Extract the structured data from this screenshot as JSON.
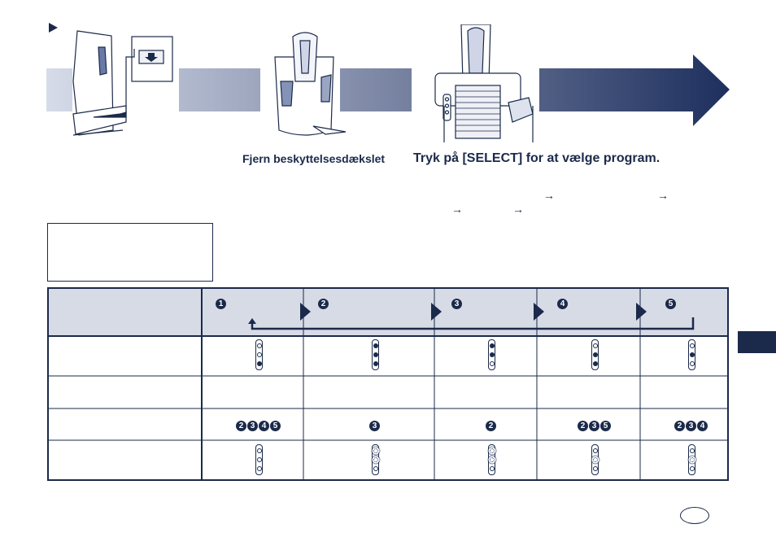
{
  "page": {
    "step_bullet": "step-triangle-icon",
    "captions": {
      "remove_cap": "Fjern beskyttelsesdækslet",
      "select_program": "Tryk på [SELECT] for at vælge program."
    },
    "arrows": [
      "→",
      "→",
      "→",
      "→"
    ],
    "colors": {
      "navy": "#1b2a4a",
      "gradient_light": "#d7dcea",
      "gradient_dark": "#1e2f5e"
    }
  },
  "table": {
    "programs": [
      "1",
      "2",
      "3",
      "4",
      "5"
    ],
    "indicator_rows": [
      {
        "name": "row-indicator-1",
        "states": [
          [
            "off",
            "off",
            "on"
          ],
          [
            "on",
            "on",
            "on"
          ],
          [
            "on",
            "on",
            "off"
          ],
          [
            "off",
            "on",
            "on"
          ],
          [
            "off",
            "on",
            "off"
          ]
        ]
      },
      {
        "name": "row-indicator-2",
        "states": [
          [
            "off",
            "off",
            "off"
          ],
          [
            "blink",
            "blink",
            "off"
          ],
          [
            "blink",
            "blink",
            "off"
          ],
          [
            "off",
            "blink",
            "off"
          ],
          [
            "off",
            "blink",
            "off"
          ]
        ]
      }
    ],
    "badge_row": [
      [
        "2",
        "3",
        "4",
        "5"
      ],
      [
        "3"
      ],
      [
        "2"
      ],
      [
        "2",
        "3",
        "5"
      ],
      [
        "2",
        "3",
        "4"
      ]
    ]
  },
  "side_tab": "language-tab",
  "language_oval": ""
}
